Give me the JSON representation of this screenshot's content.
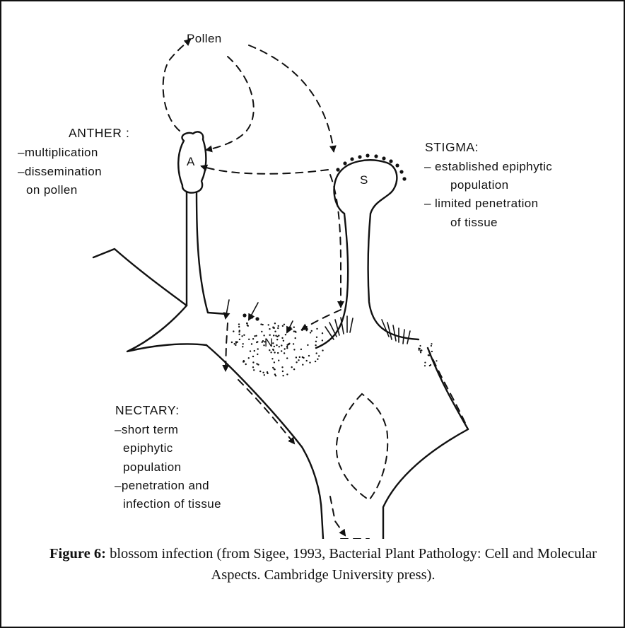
{
  "labels": {
    "pollen": "Pollen",
    "anther_title": "ANTHER :",
    "anther_lines": [
      "–multiplication",
      "–dissemination",
      "on pollen"
    ],
    "anther_letter": "A",
    "stigma_title": "STIGMA:",
    "stigma_lines": [
      "–  established epiphytic",
      "population",
      "–  limited penetration",
      "of tissue"
    ],
    "stigma_letter": "S",
    "nectary_letter": "N",
    "nectary_title": "NECTARY:",
    "nectary_lines": [
      "–short term",
      "epiphytic",
      "population",
      "–penetration and",
      "infection of tissue"
    ]
  },
  "caption": {
    "label": "Figure 6:",
    "text": " blossom infection (from Sigee, 1993, Bacterial Plant Pathology: Cell and Molecular Aspects. Cambridge University press)."
  }
}
